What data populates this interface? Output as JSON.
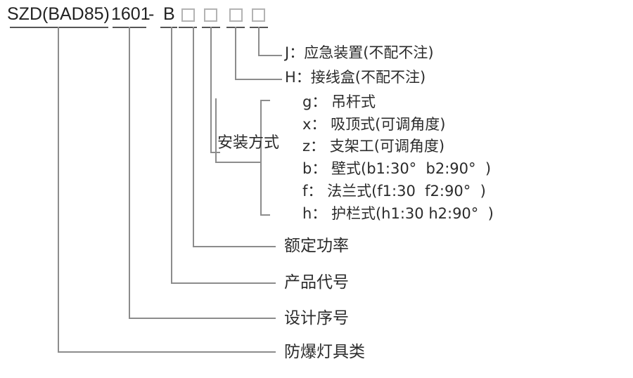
{
  "diagram": {
    "title": "SZD(BAD85) 1601 - B explosion-proof luminaire model designation breakdown",
    "model": {
      "main": "SZD(BAD85)",
      "number": "1601",
      "dash": "-",
      "series": "B",
      "boxes": [
        "",
        "",
        "",
        ""
      ]
    },
    "callouts": [
      {
        "key": "J",
        "text": "J：应急装置(不配不注)"
      },
      {
        "key": "H",
        "text": "H：接线盒(不配不注)"
      }
    ],
    "install_method": {
      "group_label": "安装方式",
      "options": [
        {
          "code": "g",
          "text": "g： 吊杆式"
        },
        {
          "code": "x",
          "text": "x： 吸顶式(可调角度)"
        },
        {
          "code": "z",
          "text": "z： 支架工(可调角度)"
        },
        {
          "code": "b",
          "text": "b： 壁式(b1:30°  b2:90°  )"
        },
        {
          "code": "f",
          "text": "f： 法兰式(f1:30  f2:90°  )"
        },
        {
          "code": "h",
          "text": "h： 护栏式(h1:30 h2:90°  )"
        }
      ]
    },
    "bottom_labels": [
      {
        "text": "额定功率"
      },
      {
        "text": "产品代号"
      },
      {
        "text": "设计序号"
      },
      {
        "text": "防爆灯具类"
      }
    ],
    "colors": {
      "line": "#8c8c8c",
      "line_dark": "#555555",
      "box_border": "#b3b3b3",
      "text": "#2b2b2b",
      "background": "#ffffff"
    }
  }
}
